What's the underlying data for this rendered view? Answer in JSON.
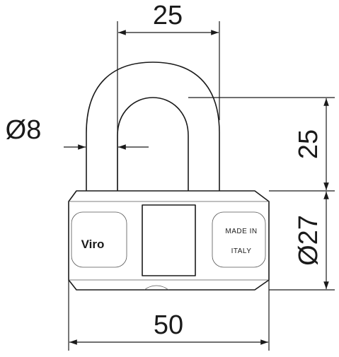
{
  "diagram": {
    "dimensions": {
      "top_width": "25",
      "shackle_diameter": "Ø8",
      "shackle_clearance": "25",
      "body_diameter": "Ø27",
      "body_width": "50"
    },
    "body_text": {
      "brand": "Viro",
      "origin_line1": "MADE IN",
      "origin_line2": "ITALY"
    },
    "colors": {
      "line": "#1a1a1a",
      "background": "#ffffff"
    }
  }
}
